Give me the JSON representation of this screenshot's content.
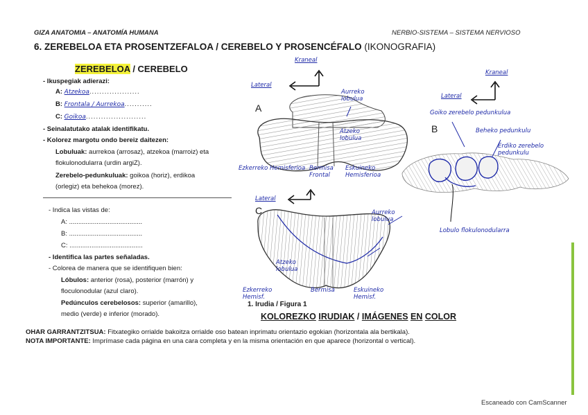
{
  "header": {
    "left": "GIZA ANATOMIA – ANATOMÍA HUMANA",
    "right": "NERBIO-SISTEMA – SISTEMA NERVIOSO"
  },
  "title": {
    "number": "6.",
    "main": "ZEREBELOA ETA PROSENTZEFALOA / CEREBELO Y PROSENCÉFALO",
    "suffix": "(IKONOGRAFIA)"
  },
  "section": {
    "highlighted": "ZEREBELOA",
    "rest": " / CEREBELO"
  },
  "basque": {
    "views_label": "- Ikuspegiak adierazi:",
    "views": [
      {
        "letter": "A:",
        "answer": "Atzekoa",
        "dots": "...................."
      },
      {
        "letter": "B:",
        "answer": "Frontala / Aurrekoa",
        "dots": "..........."
      },
      {
        "letter": "C:",
        "answer": "Goikoa",
        "dots": "........................"
      }
    ],
    "item2": "- Seinalatutako atalak identifikatu.",
    "item3": "- Kolorez margotu ondo bereiz daitezen:",
    "lobes_label": "Lobuluak:",
    "lobes_text1": " aurrekoa (arrosaz), atzekoa (marroiz) eta",
    "lobes_text2": "flokulonodularra (urdin argiZ).",
    "ped_label": "Zerebelo-pedunkuluak:",
    "ped_text1": " goikoa (horiz), erdikoa",
    "ped_text2": "(orlegiz) eta behekoa (morez)."
  },
  "spanish": {
    "views_label": "- Indica las vistas de:",
    "views": [
      {
        "letter": "A:",
        "dots": "........................................"
      },
      {
        "letter": "B:",
        "dots": "........................................"
      },
      {
        "letter": "C:",
        "dots": "........................................"
      }
    ],
    "item2": "- Identifica las partes señaladas.",
    "item3": "- Colorea de manera que se identifiquen bien:",
    "lobes_label": "Lóbulos:",
    "lobes_text1": " anterior (rosa), posterior (marrón) y",
    "lobes_text2": "floculonodular (azul claro).",
    "ped_label": "Pedúnculos cerebelosos:",
    "ped_text1": " superior (amarillo),",
    "ped_text2": "medio (verde) e inferior (morado)."
  },
  "figure": {
    "label_A": "A",
    "label_B": "B",
    "label_C": "C",
    "caption": "1. Irudia / Figura 1",
    "hand_A": {
      "kraneal": "Kraneal",
      "lateral": "Lateral",
      "aurreko": "Aurreko lobulua",
      "atzeko": "Atzeko lobulua",
      "left_hem": "Ezkerreko Hemisferioa",
      "zerrenda": "Bermisa Frontal",
      "right_hem": "Eskuineko Hemisferioa"
    },
    "hand_B": {
      "kraneal": "Kraneal",
      "lateral": "Lateral",
      "goiko": "Goiko zerebelo pedunkulua",
      "beheko": "Beheko pedunkulu",
      "erdiko": "Erdiko zerebelo pedunkulu",
      "lobulo": "Lobulo flokulonodularra"
    },
    "hand_C": {
      "lateral": "Lateral",
      "aurreko": "Aurreko lobulua",
      "atzeko": "Atzeko lobulua",
      "left_hem": "Ezkerreko Hemisf.",
      "bermisa": "Bermisa",
      "right_hem": "Eskuineko Hemisf."
    }
  },
  "color_heading": {
    "w1": "KOLOREZKO",
    "w2": "IRUDIAK",
    "sep": " / ",
    "w3": "IMÁGENES",
    "w4": "EN",
    "w5": "COLOR"
  },
  "notes": {
    "ohar_label": "OHAR GARRANTZITSUA:",
    "ohar_text": " Fitxategiko orrialde bakoitza orrialde oso batean inprimatu orientazio egokian (horizontala ala bertikala).",
    "nota_label": "NOTA IMPORTANTE:",
    "nota_text": " Imprímase cada página en una cara completa y en la misma orientación en que aparece (horizontal o vertical)."
  },
  "footer": {
    "scanner": "Escaneado con CamScanner"
  },
  "colors": {
    "highlight": "#f4f23a",
    "handwriting": "#1e2aa8",
    "green_edge": "#8ac43f"
  }
}
